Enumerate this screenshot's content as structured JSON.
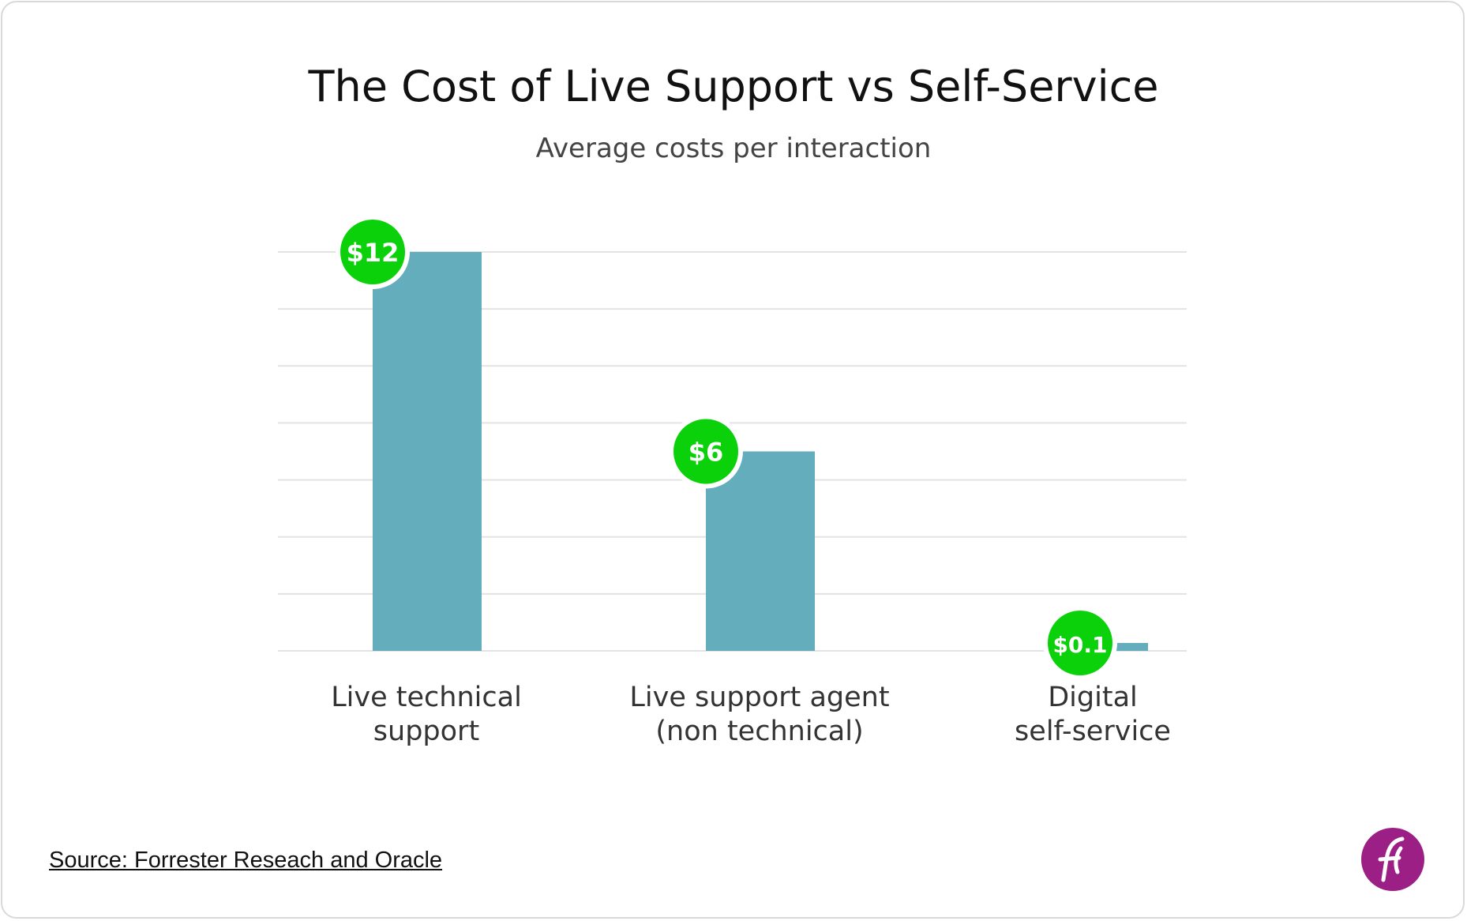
{
  "chart_data": {
    "type": "bar",
    "title": "The Cost of Live Support vs Self-Service",
    "subtitle": "Average costs per interaction",
    "categories": [
      "Live technical\nsupport",
      "Live support agent\n(non technical)",
      "Digital\nself-service"
    ],
    "values": [
      12,
      6,
      0.1
    ],
    "value_labels": [
      "$12",
      "$6",
      "$0.1"
    ],
    "ylim": [
      0,
      12
    ],
    "grid": true,
    "bar_color": "#63adbc",
    "badge_color": "#0bd10b"
  },
  "source": "Source: Forrester Reseach and Oracle",
  "logo_icon": "feather-f-icon",
  "logo_color": "#9b1f85"
}
